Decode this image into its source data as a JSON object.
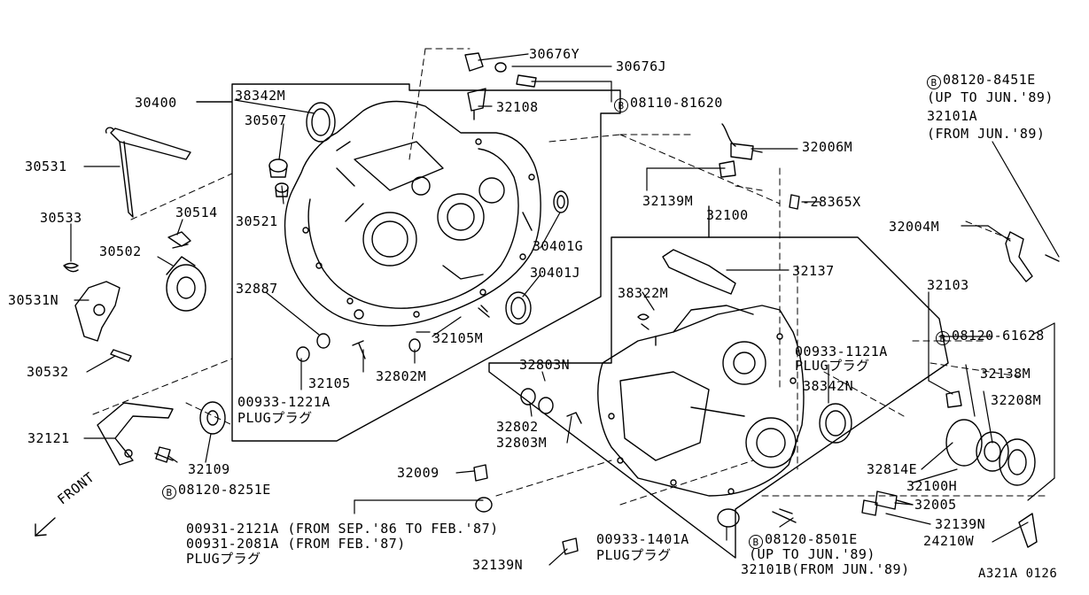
{
  "diagram": {
    "code": "A321A 0126",
    "front_label": "FRONT",
    "bolt_marker": "B",
    "parts": {
      "p30400": "30400",
      "p38342M_top": "38342M",
      "p30507": "30507",
      "p30521": "30521",
      "p32887": "32887",
      "p30531": "30531",
      "p30533": "30533",
      "p30514": "30514",
      "p30502": "30502",
      "p30531N": "30531N",
      "p30532": "30532",
      "p32121": "32121",
      "p32109": "32109",
      "p08120_8251E": "08120-8251E",
      "p00933_1221A": "00933-1221A",
      "plug_1221A": "PLUGプラグ",
      "p32105": "32105",
      "p32802M": "32802M",
      "p32105M": "32105M",
      "p30401J": "30401J",
      "p30401G": "30401G",
      "p32108": "32108",
      "p30676Y": "30676Y",
      "p30676J": "30676J",
      "p08110_81620": "08110-81620",
      "p32006M": "32006M",
      "p32139M": "32139M",
      "p28365X": "28365X",
      "p32100": "32100",
      "p32137": "32137",
      "p38322M": "38322M",
      "p32803N": "32803N",
      "p32802": "32802",
      "p32803M": "32803M",
      "p32009": "32009",
      "p00931_2121A": "00931-2121A (FROM SEP.'86 TO FEB.'87)",
      "p00931_2081A": "00931-2081A (FROM FEB.'87)",
      "plug_2081A": "PLUGプラグ",
      "p32139N_bottom": "32139N",
      "p00933_1401A": "00933-1401A",
      "plug_1401A": "PLUGプラグ",
      "p08120_8501E": "08120-8501E",
      "upto_8501E": "(UP TO JUN.'89)",
      "p32101B": "32101B(FROM JUN.'89)",
      "p00933_1121A": "00933-1121A",
      "plug_1121A": "PLUGプラグ",
      "p38342N": "38342N",
      "p32814E": "32814E",
      "p32100H": "32100H",
      "p32005": "32005",
      "p32139N_right": "32139N",
      "p24210W": "24210W",
      "p32208M": "32208M",
      "p32138M": "32138M",
      "p08120_61628": "08120-61628",
      "p32103": "32103",
      "p32004M": "32004M",
      "p08120_8451E": "08120-8451E",
      "upto_8451E": "(UP TO JUN.'89)",
      "p32101A": "32101A",
      "from_32101A": "(FROM JUN.'89)"
    }
  }
}
